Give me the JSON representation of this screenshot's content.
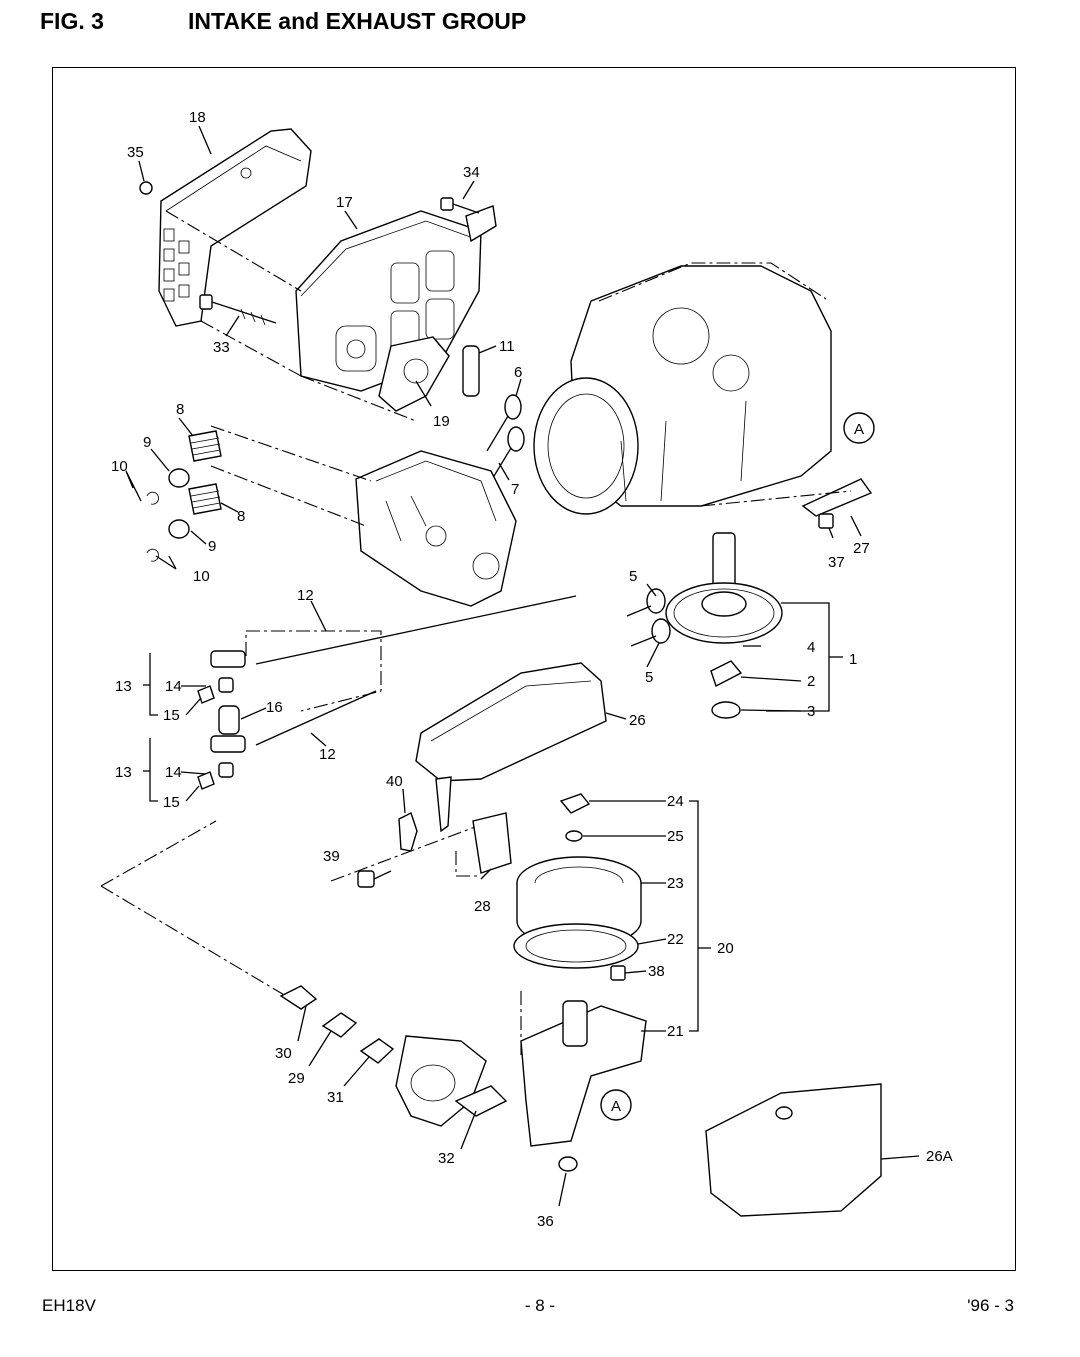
{
  "header": {
    "figure": "FIG. 3",
    "title": "INTAKE and EXHAUST GROUP"
  },
  "footer": {
    "model": "EH18V",
    "page": "- 8 -",
    "date": "'96 - 3"
  },
  "callouts": {
    "c1": "1",
    "c2": "2",
    "c3": "3",
    "c4": "4",
    "c5a": "5",
    "c5b": "5",
    "c6": "6",
    "c7": "7",
    "c8a": "8",
    "c8b": "8",
    "c9a": "9",
    "c9b": "9",
    "c10a": "10",
    "c10b": "10",
    "c11": "11",
    "c12a": "12",
    "c12b": "12",
    "c13a": "13",
    "c13b": "13",
    "c14a": "14",
    "c14b": "14",
    "c15a": "15",
    "c15b": "15",
    "c16": "16",
    "c17": "17",
    "c18": "18",
    "c19": "19",
    "c20": "20",
    "c21": "21",
    "c22": "22",
    "c23": "23",
    "c24": "24",
    "c25": "25",
    "c26": "26",
    "c26A": "26A",
    "c27": "27",
    "c28": "28",
    "c29": "29",
    "c30": "30",
    "c31": "31",
    "c32": "32",
    "c33": "33",
    "c34": "34",
    "c35": "35",
    "c36": "36",
    "c37": "37",
    "c38": "38",
    "c39": "39",
    "c40": "40",
    "refA1": "A",
    "refA2": "A"
  }
}
